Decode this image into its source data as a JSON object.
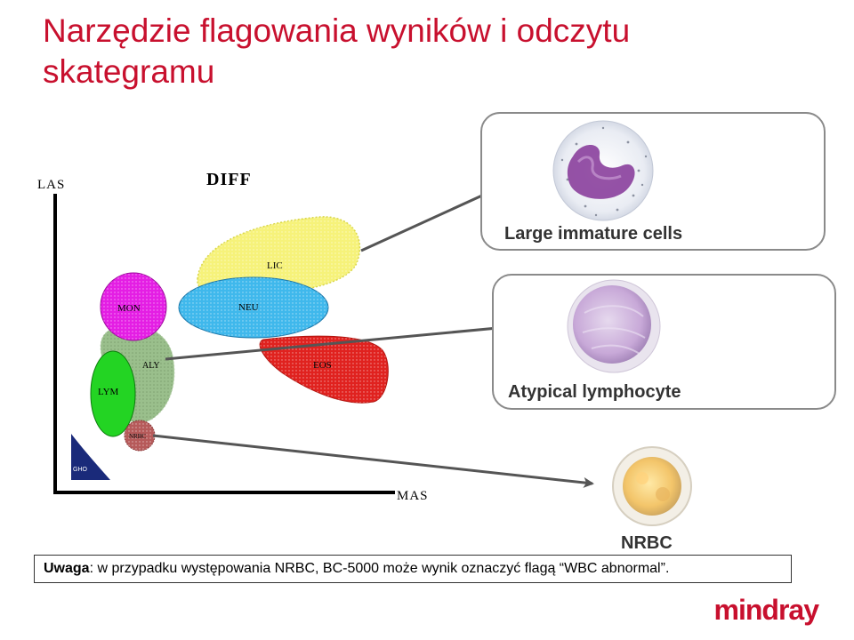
{
  "title": "Narzędzie flagowania wyników i odczytu skategramu",
  "scattergram": {
    "title": "DIFF",
    "y_axis": "LAS",
    "x_axis": "MAS",
    "regions": {
      "lic": "LIC",
      "neu": "NEU",
      "mon": "MON",
      "eos": "EOS",
      "lym": "LYM",
      "aly": "ALY",
      "nrbc": "NRBC",
      "gho": "GHO"
    }
  },
  "callouts": {
    "lic_label": "Large immature cells",
    "aly_label": "Atypical lymphocyte",
    "nrbc_label": "NRBC"
  },
  "note": {
    "prefix": "Uwaga",
    "text": ": w przypadku występowania NRBC, BC-5000 może wynik  oznaczyć flagą “WBC abnormal”."
  },
  "logo": "mindray",
  "colors": {
    "title": "#c8102e",
    "lic": "#f6f27a",
    "neu": "#3fb8ec",
    "mon": "#e41ee4",
    "eos": "#e0221f",
    "lym": "#23d423",
    "aly": "#9abf8c",
    "gho": "#1a2a7a"
  }
}
